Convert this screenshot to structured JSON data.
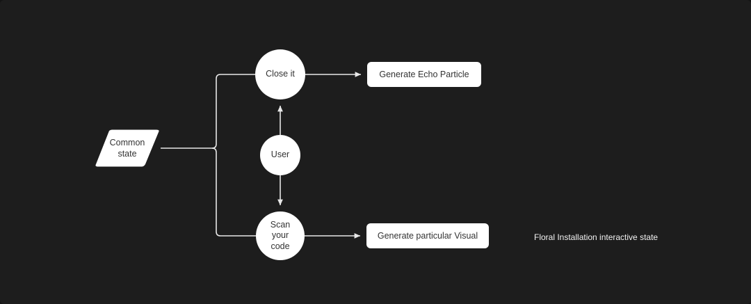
{
  "canvas": {
    "background": "#1d1d1d",
    "edge_color": "#e8e8e8",
    "node_fill": "#ffffff",
    "node_text_color": "#333333",
    "caption_color": "#f2f2f2"
  },
  "diagram": {
    "type": "flowchart",
    "nodes": [
      {
        "id": "common-state",
        "label": "Common\nstate",
        "shape": "parallelogram"
      },
      {
        "id": "close-it",
        "label": "Close it",
        "shape": "circle"
      },
      {
        "id": "user",
        "label": "User",
        "shape": "circle"
      },
      {
        "id": "scan-code",
        "label": "Scan\nyour\ncode",
        "shape": "circle"
      },
      {
        "id": "echo-box",
        "label": "Generate Echo Particle",
        "shape": "rounded-rect"
      },
      {
        "id": "visual-box",
        "label": "Generate particular Visual",
        "shape": "rounded-rect"
      }
    ],
    "edges": [
      {
        "from": "common-state",
        "to": "close-it",
        "arrow": false,
        "style": "elbow"
      },
      {
        "from": "common-state",
        "to": "scan-code",
        "arrow": false,
        "style": "elbow"
      },
      {
        "from": "close-it",
        "to": "echo-box",
        "arrow": true,
        "style": "straight"
      },
      {
        "from": "user",
        "to": "close-it",
        "arrow": true,
        "style": "straight"
      },
      {
        "from": "user",
        "to": "scan-code",
        "arrow": true,
        "style": "straight"
      },
      {
        "from": "scan-code",
        "to": "visual-box",
        "arrow": true,
        "style": "straight"
      }
    ]
  },
  "labels": {
    "common_state_line1": "Common",
    "common_state_line2": "state",
    "close_it": "Close it",
    "user": "User",
    "scan_line1": "Scan",
    "scan_line2": "your",
    "scan_line3": "code",
    "echo_particle": "Generate Echo Particle",
    "particular_visual": "Generate particular Visual",
    "caption": "Floral Installation interactive state"
  }
}
